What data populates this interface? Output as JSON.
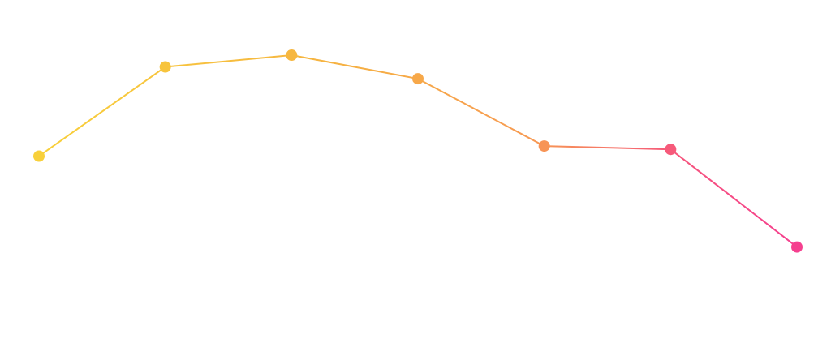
{
  "chart_data": {
    "type": "line",
    "x": [
      1,
      2,
      3,
      4,
      5,
      6,
      7
    ],
    "series": [
      {
        "values": [
          56.5,
          83.0,
          86.5,
          79.5,
          59.5,
          58.5,
          29.5
        ]
      }
    ],
    "ylim": [
      0,
      100
    ],
    "grid": false,
    "legend": "none",
    "gradient_colors": [
      "#f8d03a",
      "#f6b640",
      "#f79a52",
      "#f6547e",
      "#f5408f"
    ],
    "marker": "circle"
  }
}
